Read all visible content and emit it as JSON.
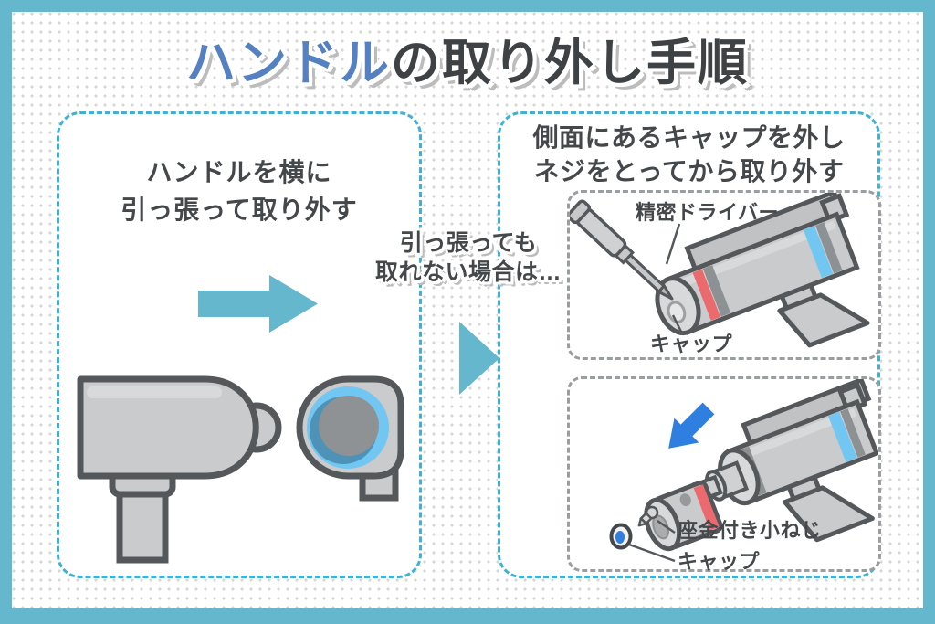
{
  "title": {
    "highlight": "ハンドル",
    "rest": "の取り外し手順"
  },
  "left_panel": {
    "instruction_line1": "ハンドルを横に",
    "instruction_line2": "引っ張って取り外す"
  },
  "connector_note": {
    "line1": "引っ張っても",
    "line2": "取れない場合は…"
  },
  "right_panel": {
    "header_line1": "側面にあるキャップを外し",
    "header_line2": "ネジをとってから取り外す",
    "step1_labels": {
      "screwdriver": "精密ドライバー",
      "cap": "キャップ"
    },
    "step2_labels": {
      "screw": "座金付き小ねじ",
      "cap": "キャップ"
    }
  },
  "colors": {
    "frame": "#65b7cd",
    "dash": "#3fb1d5",
    "title-blue": "#5580c1",
    "ink": "#45484b",
    "ring-red": "#ea6a6e",
    "ring-blue": "#71c6f2",
    "arrow-blue": "#2e7fe0",
    "metal": "#c9cbcd",
    "metal-light": "#d8d9db",
    "metal-dark": "#8e9194",
    "outline": "#55585b",
    "subpanel-dash": "#9b9ea0",
    "shadow": "#bcbcbc",
    "dot": "#d7d7d7"
  }
}
